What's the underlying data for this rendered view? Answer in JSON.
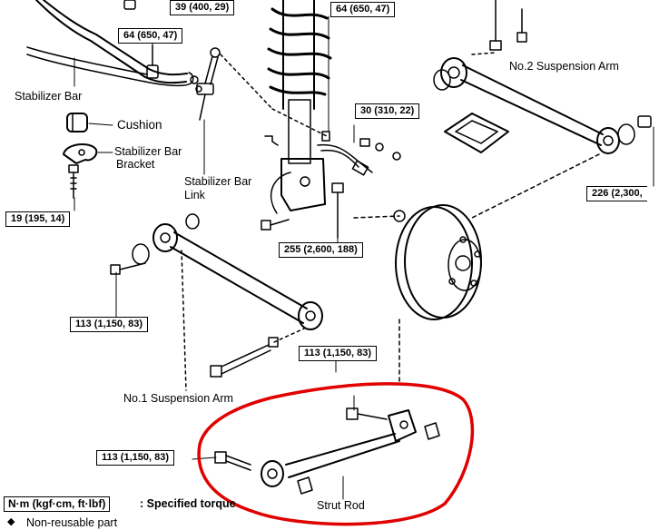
{
  "labels": {
    "stabilizer_bar": "Stabilizer Bar",
    "cushion": "Cushion",
    "stabilizer_bar_bracket_1": "Stabilizer Bar",
    "stabilizer_bar_bracket_2": "Bracket",
    "stabilizer_bar_link_1": "Stabilizer Bar",
    "stabilizer_bar_link_2": "Link",
    "no2_suspension_arm": "No.2 Suspension Arm",
    "no1_suspension_arm": "No.1 Suspension Arm",
    "strut_rod": "Strut Rod"
  },
  "torque": {
    "t39": "39 (400, 29)",
    "t64_left": "64 (650, 47)",
    "t64_top": "64 (650, 47)",
    "t30": "30 (310, 22)",
    "t19": "19 (195, 14)",
    "t255": "255 (2,600, 188)",
    "t226": "226 (2,300,",
    "t113_left": "113 (1,150, 83)",
    "t113_mid": "113 (1,150, 83)",
    "t113_strut": "113 (1,150, 83)"
  },
  "legend": {
    "unit_box": "N·m (kgf·cm, ft·lbf)",
    "unit_desc": ": Specified torque",
    "nonreusable_symbol": "◆",
    "nonreusable_desc": "Non-reusable part"
  },
  "colors": {
    "line": "#000000",
    "highlight": "#e00000",
    "background": "#ffffff"
  }
}
